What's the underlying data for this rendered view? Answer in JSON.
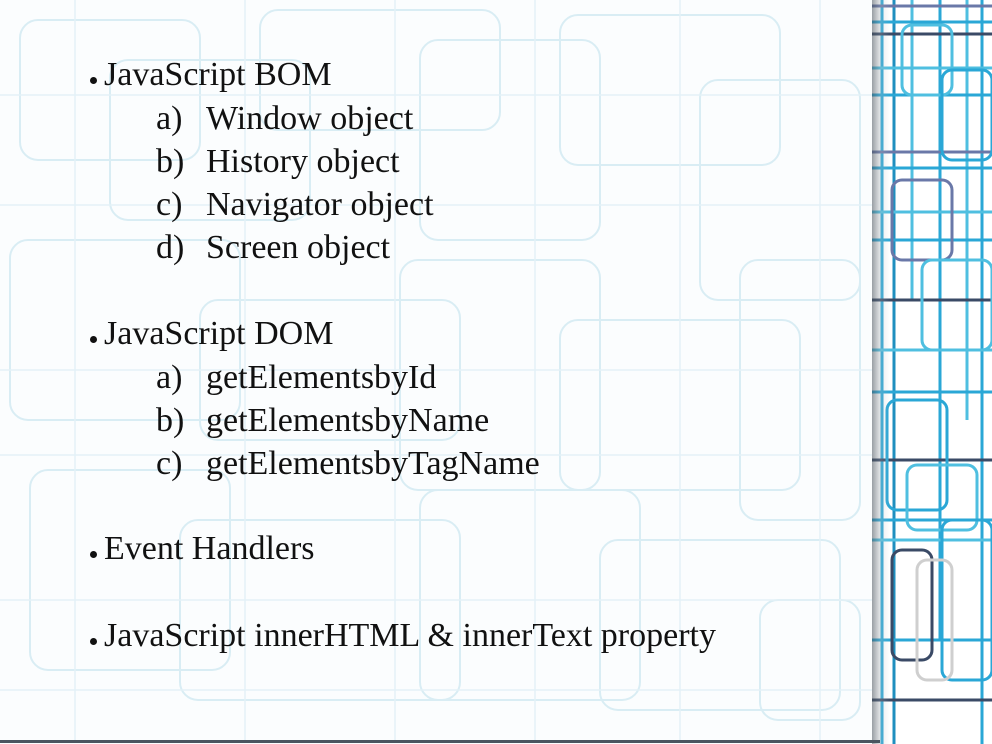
{
  "slide": {
    "sections": [
      {
        "title": "JavaScript BOM",
        "items": [
          {
            "marker": "a)",
            "text": "Window object"
          },
          {
            "marker": "b)",
            "text": "History object"
          },
          {
            "marker": "c)",
            "text": "Navigator object"
          },
          {
            "marker": "d)",
            "text": "Screen object"
          }
        ]
      },
      {
        "title": "JavaScript DOM",
        "items": [
          {
            "marker": "a)",
            "text": "getElementsbyId"
          },
          {
            "marker": "b)",
            "text": "getElementsbyName"
          },
          {
            "marker": "c)",
            "text": "getElementsbyTagName"
          }
        ]
      },
      {
        "title": "Event Handlers",
        "items": []
      },
      {
        "title": "JavaScript innerHTML & innerText property",
        "items": []
      }
    ]
  },
  "theme": {
    "text_color": "#111111",
    "accent_blue": "#2aa7d6",
    "accent_dark": "#3a4a66",
    "pattern_light": "#d6ecf3"
  }
}
